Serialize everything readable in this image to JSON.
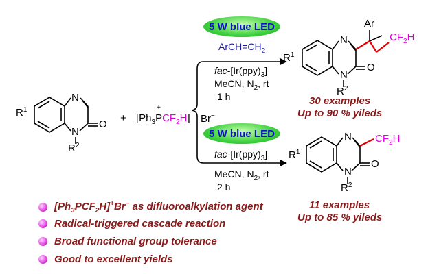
{
  "starting_material": {
    "N_top": "N",
    "N_bottom": "N",
    "O": "O",
    "R1": "R",
    "R1_sup": "1",
    "R2": "R",
    "R2_sup": "2"
  },
  "reagent": {
    "plus": "+",
    "text": "[Ph3PCF2H]",
    "anion": "Br"
  },
  "top_reaction": {
    "light": "5 W blue LED",
    "alkene": "ArCH=CH2",
    "catalyst": "fac-[Ir(ppy)3]",
    "solvent": "MeCN, N2, rt",
    "time": "1 h",
    "product_labels": {
      "Ar": "Ar",
      "CF2H": "CF2H",
      "N": "N",
      "O": "O",
      "R1": "R1",
      "R2": "R2"
    },
    "summary_1": "30 examples",
    "summary_2": "Up to 90 % yileds"
  },
  "bottom_reaction": {
    "light": "5 W blue LED",
    "catalyst": "fac-[Ir(ppy)3]",
    "solvent": "MeCN, N2, rt",
    "time": "2 h",
    "product_labels": {
      "CF2H": "CF2H",
      "N": "N",
      "O": "O",
      "R1": "R1",
      "R2": "R2"
    },
    "summary_1": "11 examples",
    "summary_2": "Up to 85 % yileds"
  },
  "highlights": [
    "[Ph3PCF2H]+Br- as difluoroalkylation agent",
    "Radical-triggered cascade reaction",
    "Broad functional group tolerance",
    "Good to excellent yields"
  ],
  "colors": {
    "bullet": "#e64de6",
    "highlight_text": "#8b1a1a",
    "led_text": "#1010c8",
    "led_fill": "#3fd13f",
    "cf2h": "#e000e0",
    "new_bond": "#e00000"
  }
}
